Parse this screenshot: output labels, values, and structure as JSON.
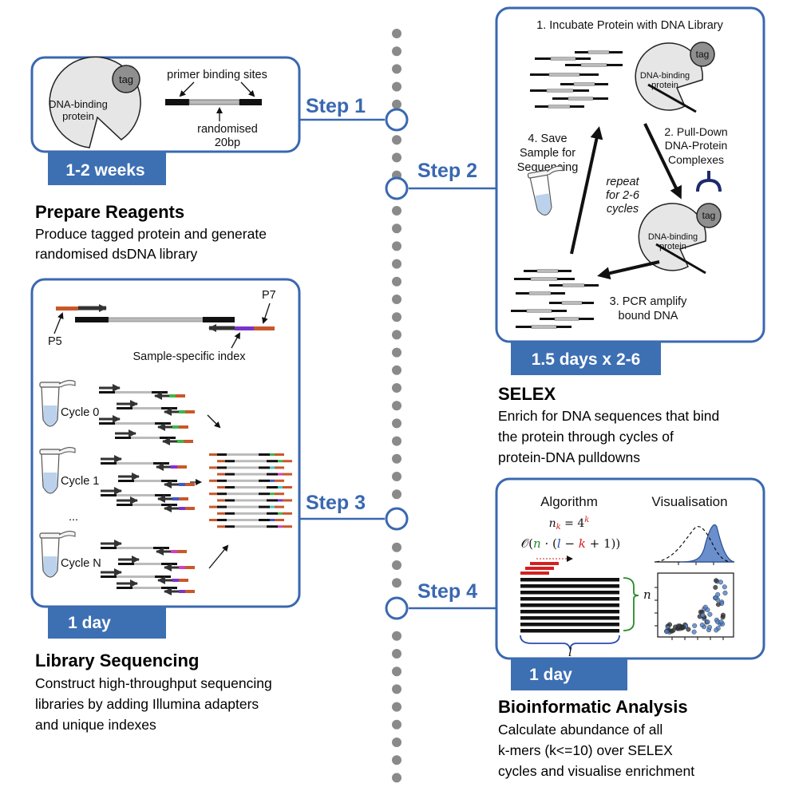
{
  "steps": {
    "step1": "Step 1",
    "step2": "Step 2",
    "step3": "Step 3",
    "step4": "Step 4"
  },
  "panel1": {
    "tag": "tag",
    "protein_line1": "DNA-binding",
    "protein_line2": "protein",
    "primer_label": "primer binding sites",
    "random_line1": "randomised",
    "random_line2": "20bp",
    "badge": "1-2 weeks",
    "heading": "Prepare Reagents",
    "desc_line1": "Produce tagged protein and generate",
    "desc_line2": "randomised dsDNA library"
  },
  "panel2": {
    "incubate": "1. Incubate Protein with DNA Library",
    "tag": "tag",
    "protein_line1": "DNA-binding",
    "protein_line2": "protein",
    "pull_line1": "2. Pull-Down",
    "pull_line2": "DNA-Protein",
    "pull_line3": "Complexes",
    "pcr_line1": "3. PCR amplify",
    "pcr_line2": "bound DNA",
    "save_line1": "4. Save",
    "save_line2": "Sample for",
    "save_line3": "Sequencing",
    "repeat_line1": "repeat",
    "repeat_line2": "for 2-6",
    "repeat_line3": "cycles",
    "badge": "1.5 days x 2-6",
    "heading": "SELEX",
    "desc_line1": "Enrich for DNA sequences that bind",
    "desc_line2": "the protein through cycles of",
    "desc_line3": "protein-DNA pulldowns"
  },
  "panel3": {
    "p5": "P5",
    "p7": "P7",
    "index_label": "Sample-specific index",
    "cycle0": "Cycle 0",
    "cycle1": "Cycle 1",
    "ellipsis": "...",
    "cycleN": "Cycle N",
    "badge": "1 day",
    "heading": "Library Sequencing",
    "desc_line1": "Construct high-throughput sequencing",
    "desc_line2": "libraries by adding Illumina adapters",
    "desc_line3": "and unique indexes"
  },
  "panel4": {
    "algorithm": "Algorithm",
    "visualisation": "Visualisation",
    "formula1_lhs": "n",
    "formula1_sub": "k",
    "formula1_eq": " = 4",
    "formula1_sup": "k",
    "formula2_pre": "𝒪(",
    "formula2_n": "n",
    "formula2_mid": " · (",
    "formula2_l": "l",
    "formula2_minus": " − ",
    "formula2_k": "k",
    "formula2_post": " + 1))",
    "brace_n": "n",
    "brace_l": "l",
    "badge": "1 day",
    "heading": "Bioinformatic Analysis",
    "desc_line1": "Calculate abundance of all",
    "desc_line2": "k-mers (k<=10) over SELEX",
    "desc_line3": "cycles and visualise enrichment"
  },
  "colors": {
    "accent": "#3a68b0",
    "badge": "#3d6fb3",
    "timeline_dot": "#8a8a8a",
    "adapter_orange": "#c8582a",
    "kmer_red": "#d42020"
  }
}
